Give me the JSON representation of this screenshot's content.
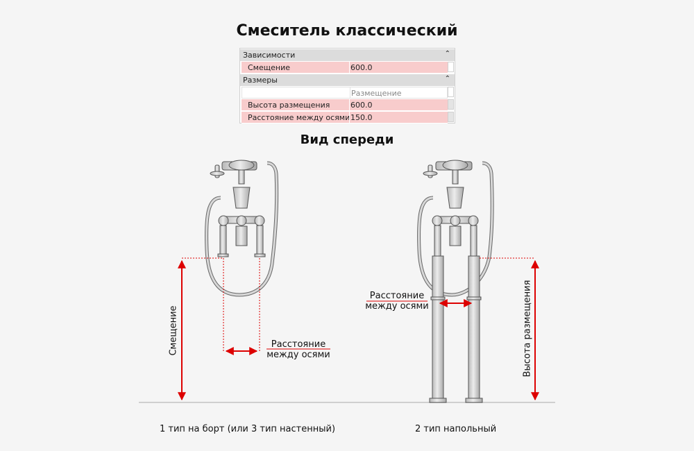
{
  "title": "Смеситель классический",
  "subtitle": "Вид спереди",
  "properties": {
    "groups": [
      {
        "label": "Зависимости",
        "params": [
          {
            "name": "Смещение",
            "value": "600.0"
          }
        ]
      },
      {
        "label": "Размеры",
        "params": [
          {
            "name": "",
            "value": "Размещение"
          },
          {
            "name": "Высота размещения",
            "value": "600.0"
          },
          {
            "name": "Расстояние между осями",
            "value": "150.0"
          }
        ]
      }
    ],
    "collapse_glyph": "⌃"
  },
  "left_view": {
    "offset_label": "Смещение",
    "axis_label_line1": "Расстояние",
    "axis_label_line2": "между осями",
    "caption": "1 тип на борт (или 3 тип настенный)"
  },
  "right_view": {
    "height_label": "Высота размещения",
    "axis_label_line1": "Расстояние",
    "axis_label_line2": "между осями",
    "caption": "2 тип напольный"
  },
  "colors": {
    "dimension": "#dd0000",
    "highlight_row": "#f8cccc",
    "faucet": "#cfcfcf",
    "outline": "#555555"
  }
}
